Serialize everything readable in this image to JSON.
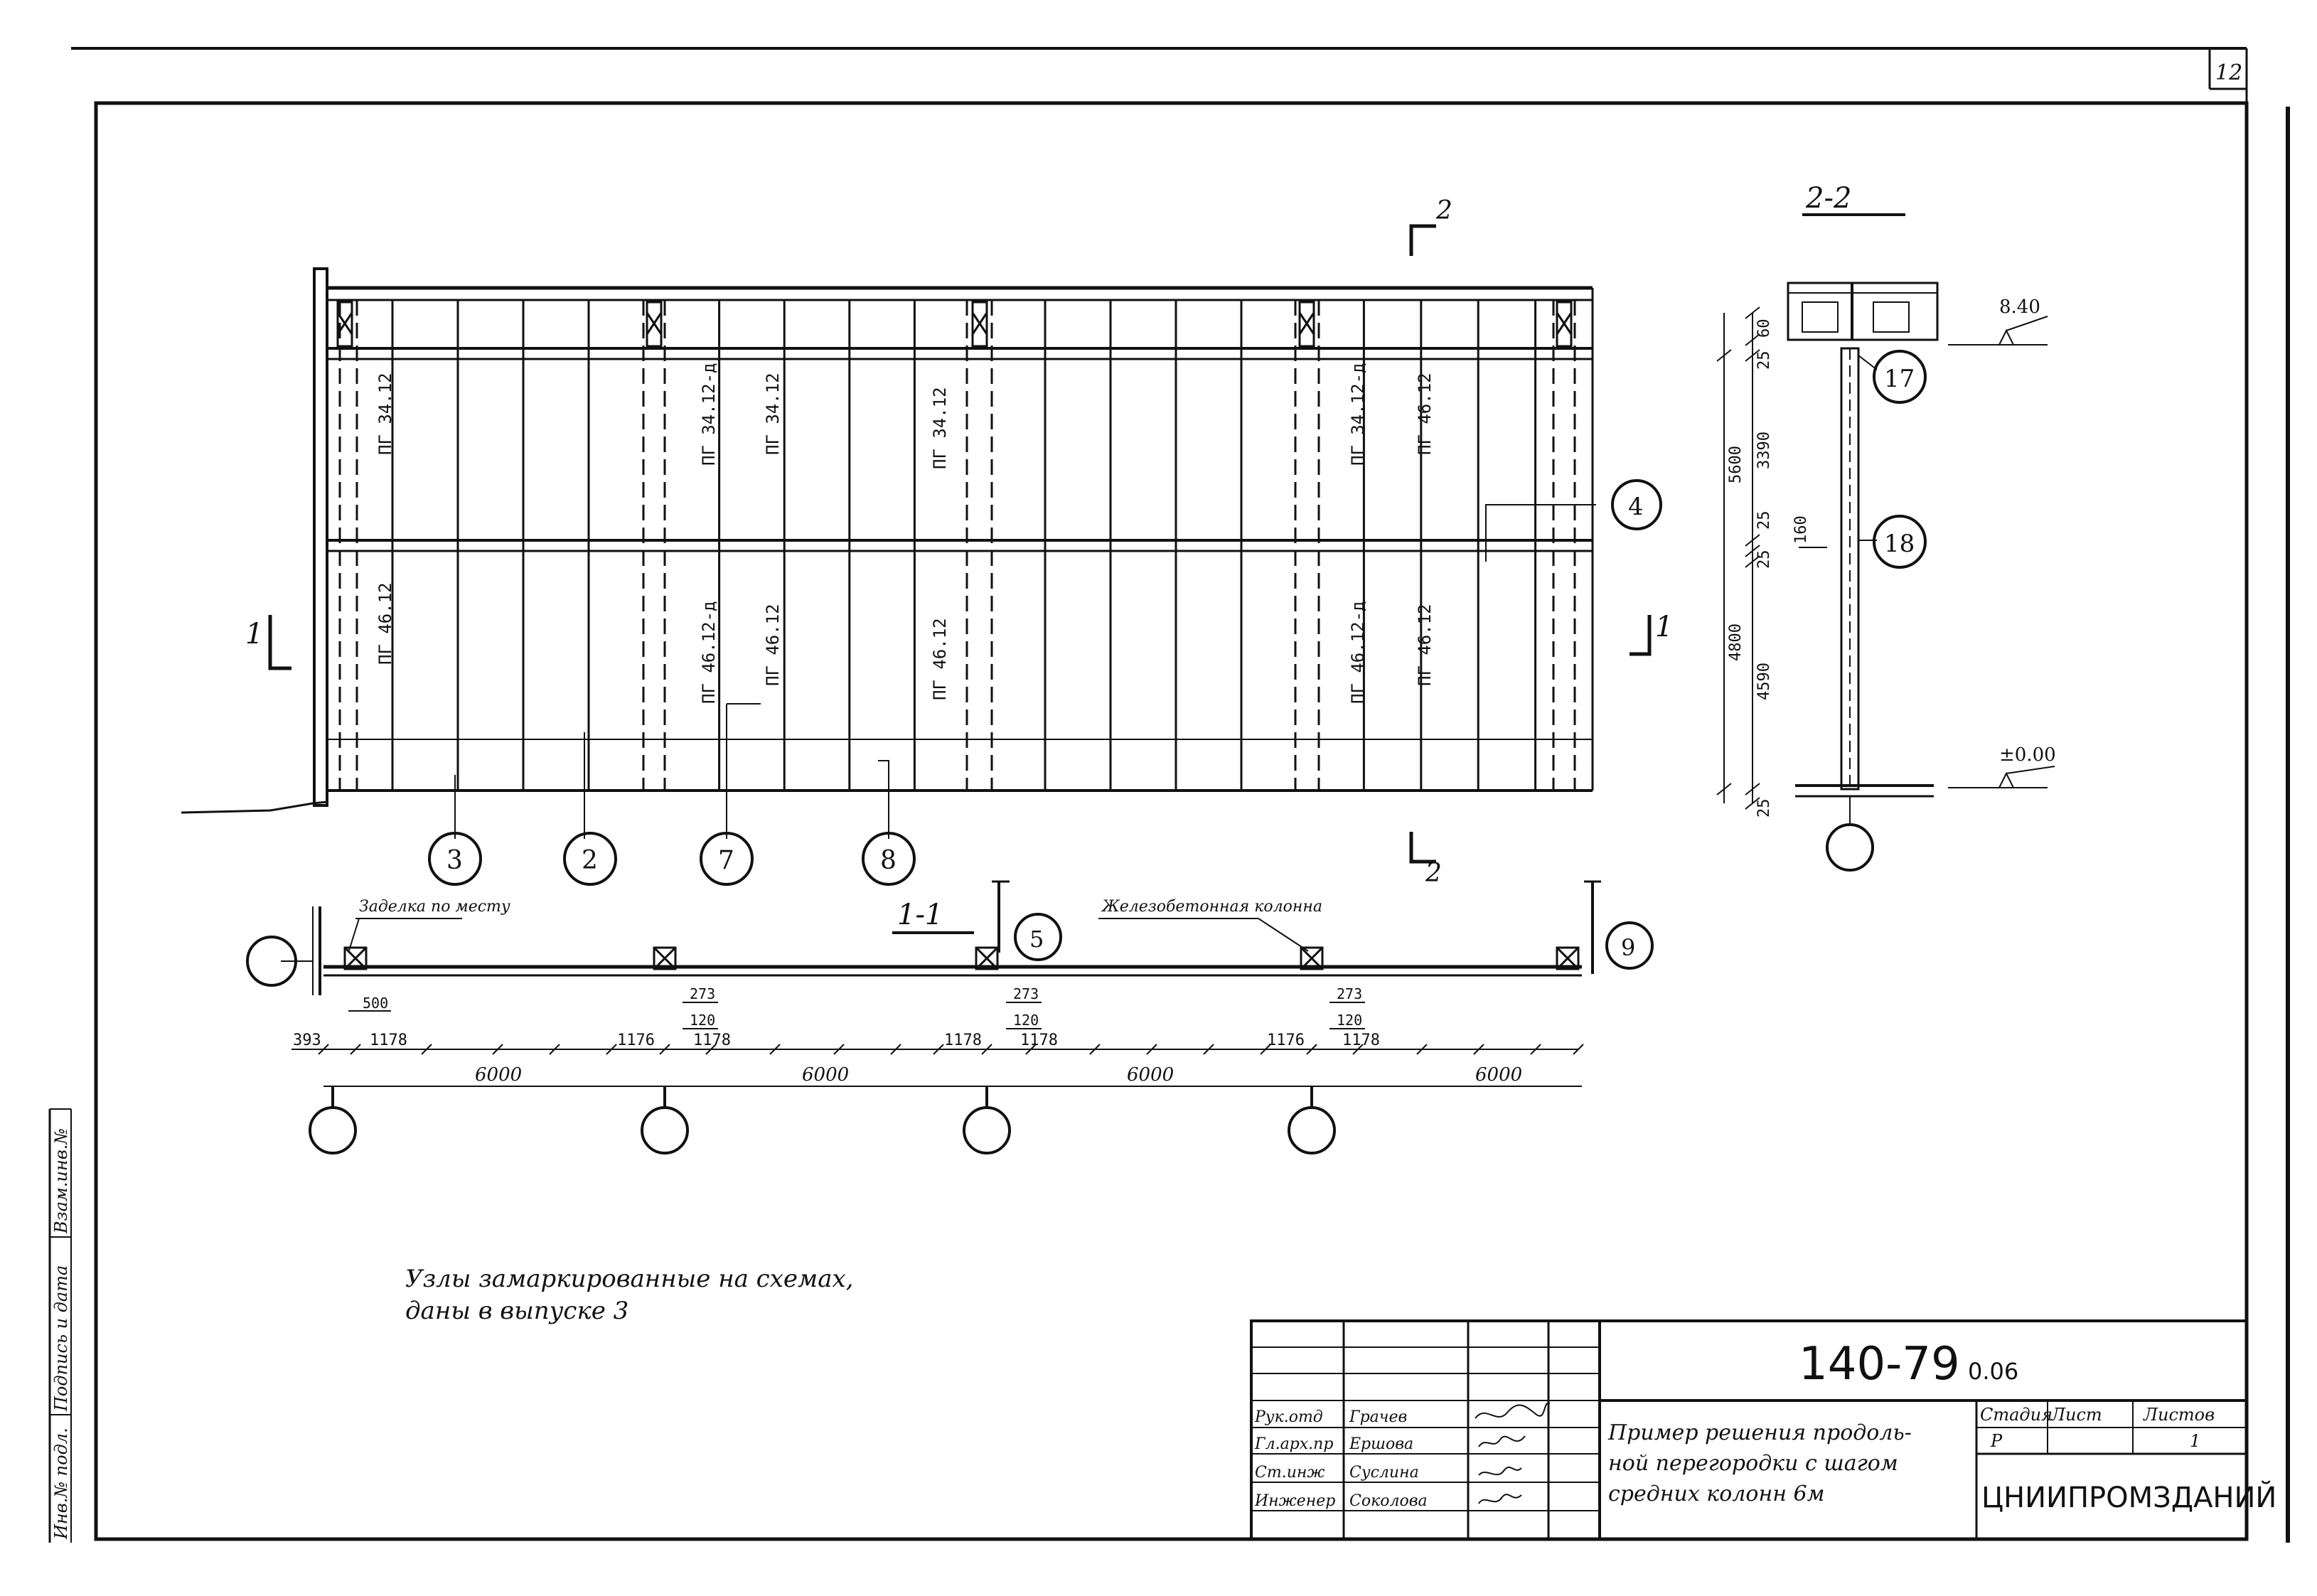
{
  "page": {
    "sheet_number": "12"
  },
  "elevation": {
    "section_marks": {
      "left": "1",
      "right": "1",
      "top": "2",
      "bottom": "2"
    },
    "panel_labels": {
      "bay1_upper": "ПГ 34.12",
      "bay1_lower": "ПГ 46.12",
      "bay2_upper_a": "ПГ 34.12-д",
      "bay2_upper_b": "ПГ 34.12",
      "bay2_lower_a": "ПГ 46.12-д",
      "bay2_lower_b": "ПГ 46.12",
      "bay3_upper": "ПГ 34.12",
      "bay3_lower": "ПГ 46.12",
      "bay4_upper_a": "ПГ 34.12-д",
      "bay4_upper_b": "ПГ 46.12",
      "bay4_lower_a": "ПГ 46.12-д",
      "bay4_lower_b": "ПГ 46.12"
    },
    "callouts": [
      "3",
      "2",
      "7",
      "8",
      "4"
    ]
  },
  "section_2_2": {
    "title": "2-2",
    "level_top": "8.40",
    "level_bottom": "±0.00",
    "dims": [
      "60",
      "25",
      "3390",
      "25",
      "25",
      "4590",
      "25"
    ],
    "overall": [
      "5600",
      "4800"
    ],
    "small": "160",
    "callouts": [
      "17",
      "18"
    ]
  },
  "plan_1_1": {
    "title": "1-1",
    "note_left": "Заделка по месту",
    "note_right": "Железобетонная колонна",
    "callouts": [
      "5",
      "9"
    ],
    "dims_small": [
      "500",
      "273",
      "120",
      "273",
      "120",
      "273",
      "120"
    ],
    "dims_row": [
      "393",
      "1178",
      "1176",
      "1178",
      "1178",
      "1178",
      "1176",
      "1178"
    ],
    "spans": [
      "6000",
      "6000",
      "6000",
      "6000"
    ]
  },
  "note": {
    "line1": "Узлы замаркированные на схемах,",
    "line2": "даны в выпуске 3"
  },
  "title_block": {
    "doc_number": "140-79",
    "doc_suffix": "0.06",
    "roles": [
      "Рук.отд",
      "Гл.арх.пр",
      "Ст.инж",
      "Инженер"
    ],
    "names": [
      "Грачев",
      "Ершова",
      "Суслина",
      "Соколова"
    ],
    "title_lines": [
      "Пример решения продоль-",
      "ной перегородки с шагом",
      "средних колонн 6м"
    ],
    "stage_header": "Стадия",
    "sheet_header": "Лист",
    "sheets_header": "Листов",
    "stage_value": "Р",
    "sheets_value": "1",
    "org": "ЦНИИПРОМЗДАНИЙ"
  },
  "left_strip": [
    "Взам.инв.№",
    "Подпись и дата",
    "Инв.№ подл."
  ]
}
